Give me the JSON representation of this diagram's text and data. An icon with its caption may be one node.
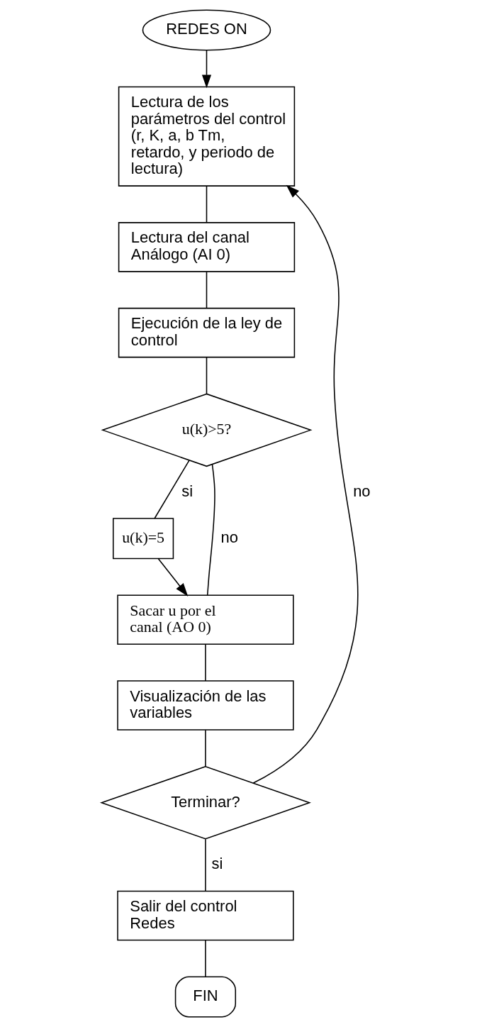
{
  "diagram": {
    "nodes": [
      {
        "text": [
          "REDES ON"
        ]
      },
      {
        "text": [
          "Lectura de los parámetros del control (r, K, a, b Tm, retardo, y periodo de lectura)"
        ]
      },
      {
        "text": [
          "Lectura del canal Análogo (AI 0)"
        ]
      },
      {
        "text": [
          "Ejecución de la ley de control"
        ]
      },
      {
        "text": [
          "u(k)>5?"
        ]
      },
      {
        "text": [
          "u(k)=5"
        ]
      },
      {
        "text": [
          "Sacar u por el canal (AO 0)"
        ]
      },
      {
        "text": [
          "Visualización de las variables"
        ]
      },
      {
        "text": [
          "Terminar?"
        ]
      },
      {
        "text": [
          "Salir del control Redes"
        ]
      },
      {
        "text": [
          "FIN"
        ]
      }
    ],
    "edges": [
      {
        "from": 0,
        "to": 1,
        "arrow": "to"
      },
      {
        "from": 1,
        "to": 2,
        "arrow": "none"
      },
      {
        "from": 2,
        "to": 3,
        "arrow": "none"
      },
      {
        "from": 3,
        "to": 4,
        "arrow": "none"
      },
      {
        "from": 4,
        "to": 5,
        "arrow": "none",
        "label": "si"
      },
      {
        "from": 5,
        "to": 6,
        "arrow": "to"
      },
      {
        "from": 4,
        "to": 6,
        "arrow": "none",
        "label": "no"
      },
      {
        "from": 6,
        "to": 7,
        "arrow": "none"
      },
      {
        "from": 7,
        "to": 8,
        "arrow": "none"
      },
      {
        "from": 8,
        "to": 9,
        "arrow": "none",
        "label": "si"
      },
      {
        "from": 9,
        "to": 10,
        "arrow": "none"
      },
      {
        "from": 8,
        "to": 1,
        "arrow": "to",
        "label": "no"
      }
    ]
  }
}
